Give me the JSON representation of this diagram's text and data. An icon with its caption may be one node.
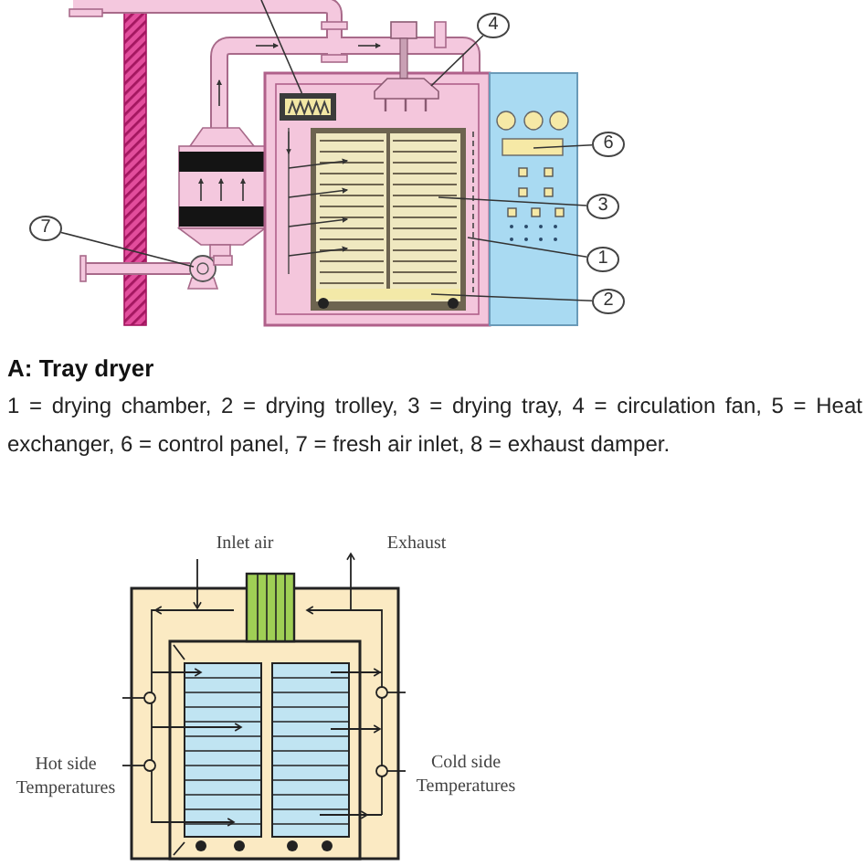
{
  "diagram": {
    "caption": "A: Tray dryer",
    "nodes": [
      {
        "text": [
          "4"
        ]
      },
      {
        "text": [],
        "shape": "picture"
      },
      {
        "text": [
          "6"
        ]
      },
      {
        "text": [
          "3"
        ]
      },
      {
        "text": [
          "7"
        ]
      },
      {
        "text": [
          "1"
        ]
      },
      {
        "text": [
          "2"
        ]
      }
    ],
    "edges": [
      {
        "from": 0,
        "to": null,
        "arrow": "none"
      },
      {
        "from": null,
        "to": 1,
        "arrow": "none"
      },
      {
        "from": 2,
        "to": null,
        "arrow": "none"
      },
      {
        "from": 3,
        "to": null,
        "arrow": "none"
      },
      {
        "from": 4,
        "to": null,
        "arrow": "none"
      },
      {
        "from": 5,
        "to": null,
        "arrow": "none"
      },
      {
        "from": 6,
        "to": null,
        "arrow": "none"
      }
    ],
    "labels": [
      "1 = drying chamber, 2 = drying trolley, 3 = drying tray, 4 = circulation fan, 5 = Heat exchanger, 6 = control panel, 7 = fresh air inlet, 8 = exhaust damper.",
      "Inlet air",
      "Exhaust",
      "Hot side Temperatures",
      "Cold side Temperatures"
    ]
  }
}
